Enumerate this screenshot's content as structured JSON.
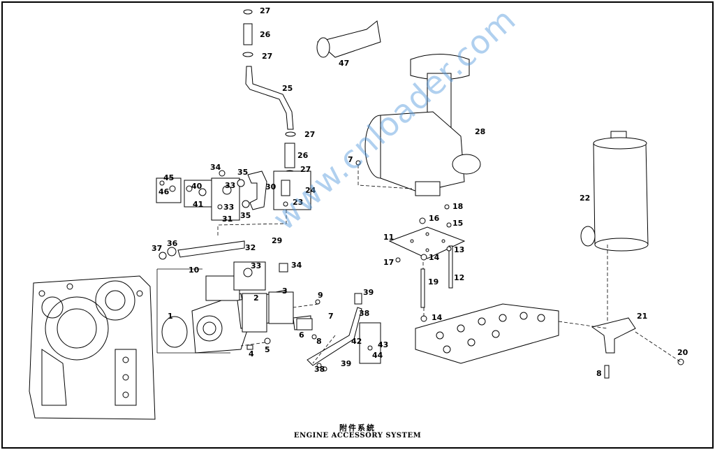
{
  "diagram": {
    "title_cn": "附件系統",
    "title_en": "ENGINE ACCESSORY SYSTEM",
    "watermark": "www.cnloader.com",
    "callouts": [
      "27",
      "26",
      "27",
      "25",
      "27",
      "26",
      "27",
      "24",
      "23",
      "47",
      "28",
      "7",
      "22",
      "45",
      "46",
      "40",
      "41",
      "34",
      "35",
      "33",
      "30",
      "33",
      "31",
      "35",
      "36",
      "32",
      "29",
      "37",
      "10",
      "33",
      "34",
      "9",
      "39",
      "38",
      "7",
      "1",
      "2",
      "3",
      "6",
      "8",
      "42",
      "38",
      "39",
      "43",
      "44",
      "5",
      "4",
      "11",
      "16",
      "18",
      "15",
      "13",
      "17",
      "14",
      "14",
      "19",
      "12",
      "21",
      "20",
      "8"
    ],
    "colors": {
      "line": "#000000",
      "watermark": "#5a9fd6",
      "fill": "#ffffff"
    }
  }
}
